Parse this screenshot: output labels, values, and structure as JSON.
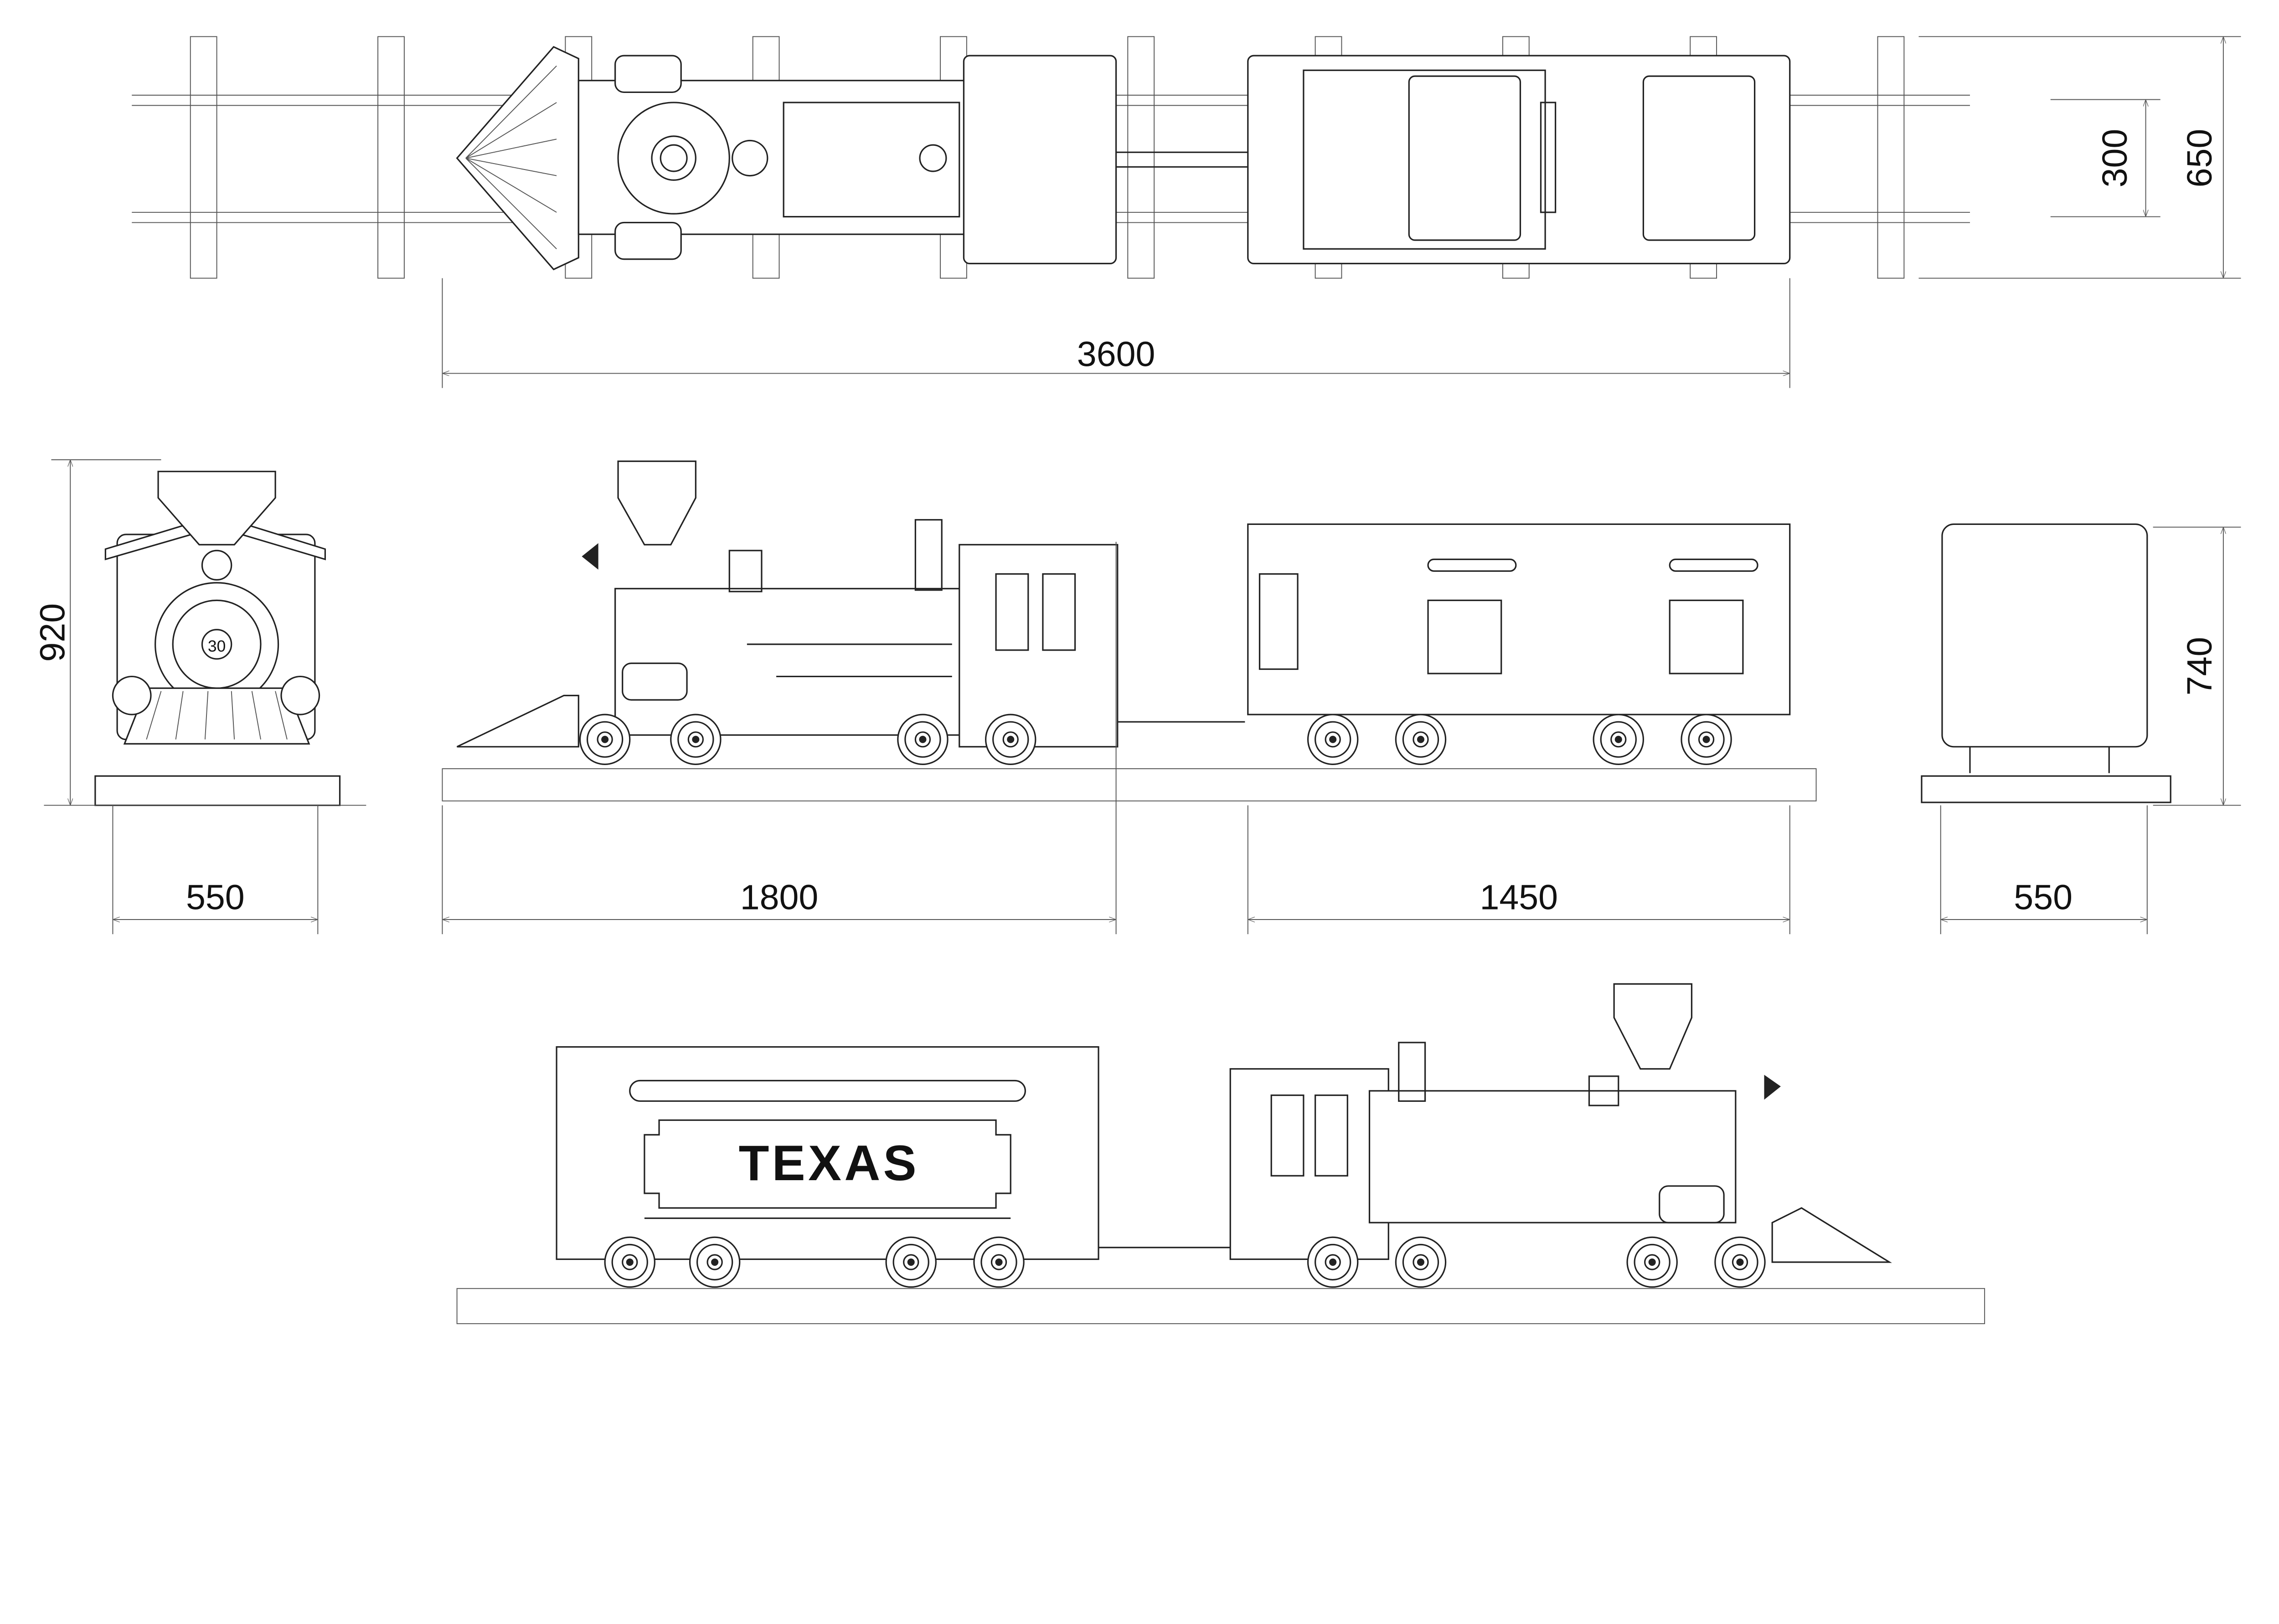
{
  "title": "Train ride dimension drawing",
  "dimensions": {
    "overall_length": "3600",
    "track_gauge": "300",
    "overall_width": "650",
    "height_front": "920",
    "height_rear": "740",
    "front_width": "550",
    "locomotive_length": "1800",
    "tender_length": "1450",
    "rear_width": "550"
  },
  "labels": {
    "tender_name": "TEXAS",
    "locomotive_number": "30"
  },
  "colors": {
    "line": "#222222",
    "background": "#ffffff"
  }
}
